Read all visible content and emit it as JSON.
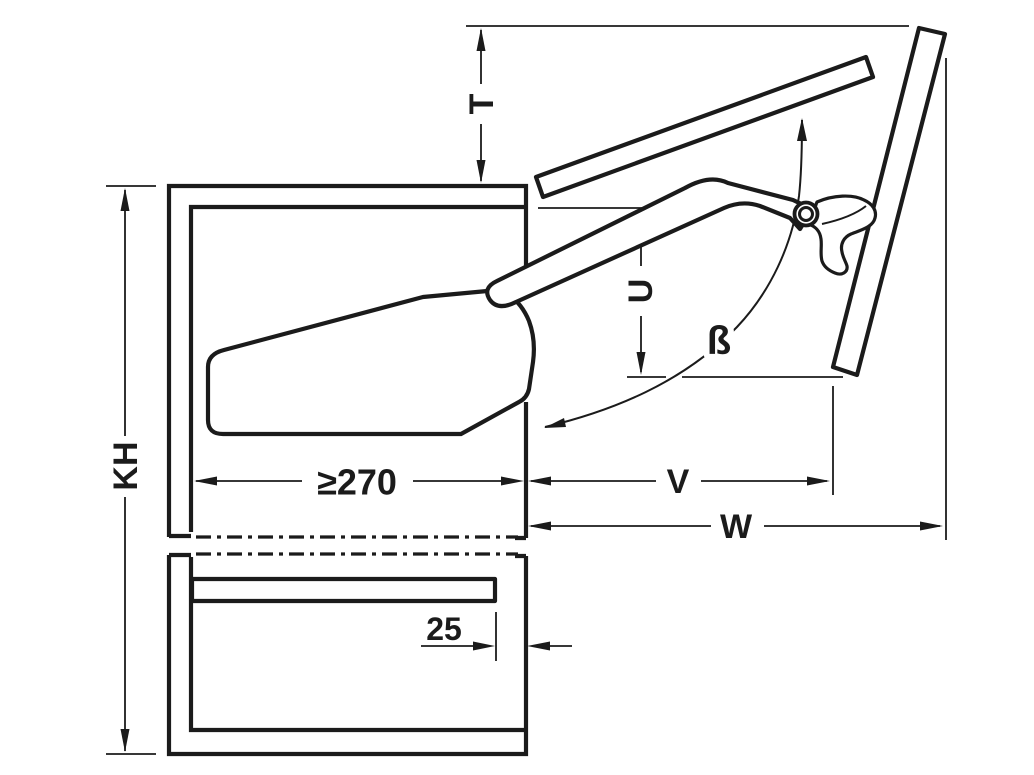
{
  "drawing": {
    "background_color": "#ffffff",
    "line_color": "#1b1b1b",
    "labels": {
      "t": "T",
      "u": "U",
      "beta": "ß",
      "kh": "KH",
      "min_depth": "≥270",
      "v": "V",
      "w": "W",
      "shelf_offset": "25"
    }
  }
}
